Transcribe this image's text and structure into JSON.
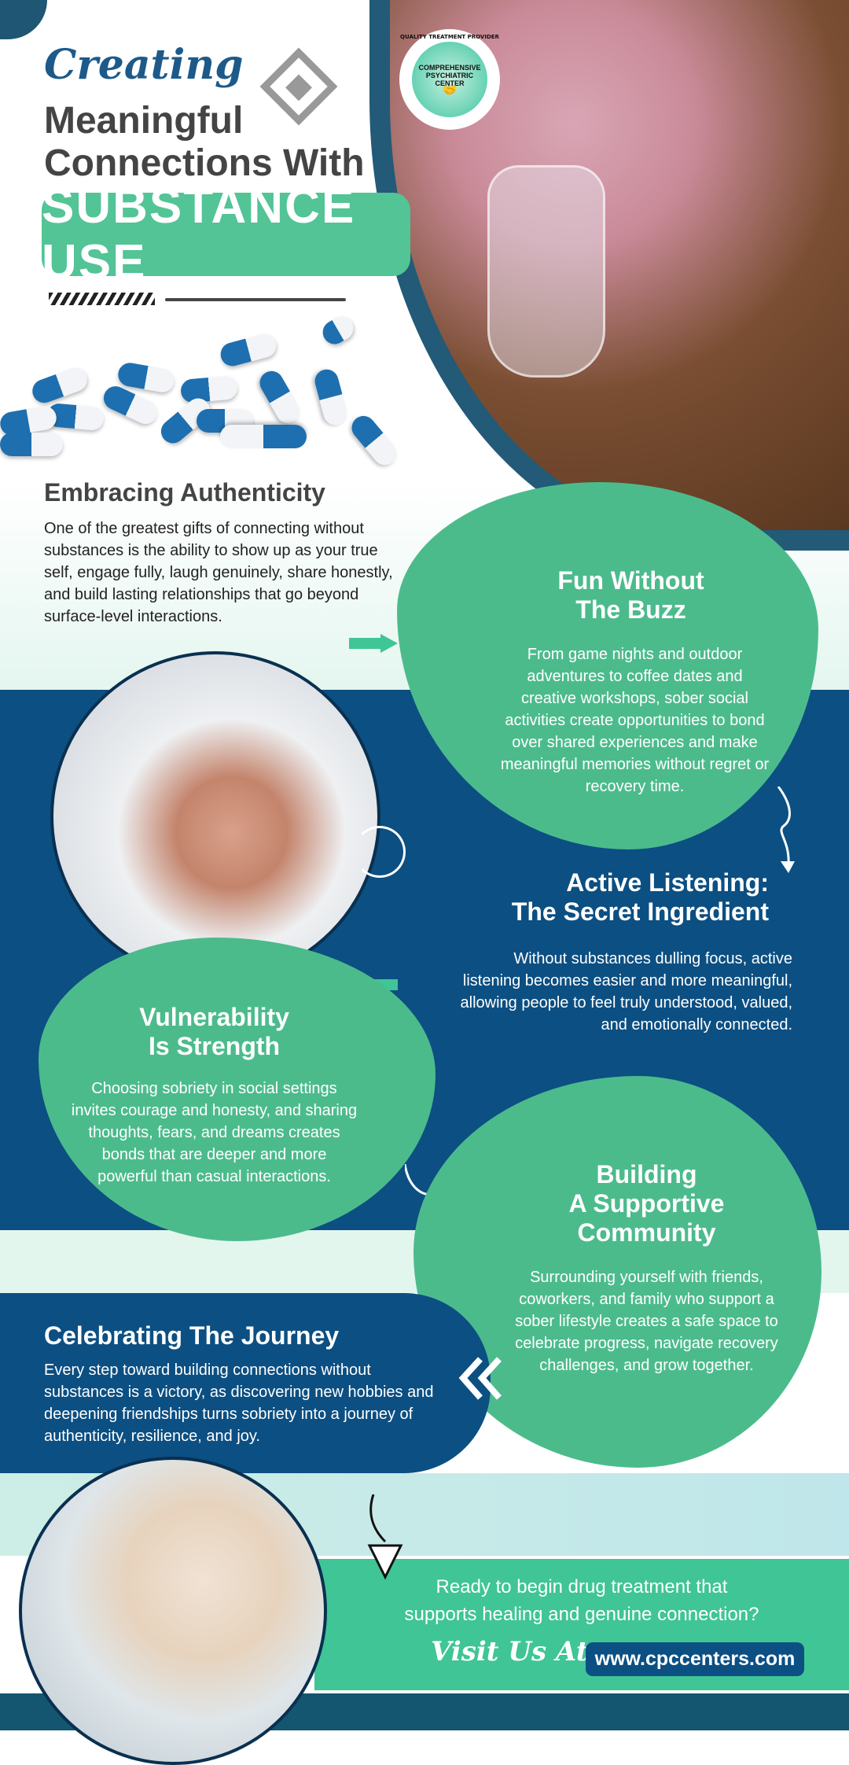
{
  "header": {
    "title_script": "Creating",
    "title_line1": "Meaningful",
    "title_line2": "Connections With",
    "title_highlight": "Substance Use"
  },
  "logo": {
    "ring_text": "QUALITY TREATMENT PROVIDER",
    "name_line1": "COMPREHENSIVE",
    "name_line2": "PSYCHIATRIC",
    "name_line3": "CENTER"
  },
  "sections": [
    {
      "title": "Embracing Authenticity",
      "body": "One of the greatest gifts of connecting without substances is the ability to show up as your true self, engage fully, laugh genuinely, share honestly, and build lasting relationships that go beyond surface-level interactions."
    },
    {
      "title_line1": "Fun Without",
      "title_line2": "The Buzz",
      "body": "From game nights and outdoor adventures to coffee dates and creative workshops, sober social activities create opportunities to bond over shared experiences and make meaningful memories without regret or recovery time."
    },
    {
      "title_line1": "Active Listening:",
      "title_line2": "The Secret Ingredient",
      "body": "Without substances dulling focus, active listening becomes easier and more meaningful, allowing people to feel truly understood, valued, and emotionally connected."
    },
    {
      "title_line1": "Vulnerability",
      "title_line2": "Is Strength",
      "body": "Choosing sobriety in social settings invites courage and honesty, and sharing thoughts, fears, and dreams creates bonds that are deeper and more powerful than casual interactions."
    },
    {
      "title_line1": "Building",
      "title_line2": "A Supportive",
      "title_line3": "Community",
      "body": "Surrounding yourself with friends, coworkers, and family who support a sober lifestyle creates a safe space to celebrate progress, navigate recovery challenges, and grow together."
    },
    {
      "title": "Celebrating The Journey",
      "body": "Every step toward building connections without substances is a victory, as discovering new hobbies and deepening friendships turns sobriety into a journey of authenticity, resilience, and joy."
    }
  ],
  "cta": {
    "line1": "Ready to begin drug treatment that",
    "line2": "supports healing and genuine connection?",
    "visit_label": "Visit Us At",
    "url": "www.cpccenters.com"
  },
  "colors": {
    "green": "#4cbb8c",
    "navy": "#0c4f82",
    "title_blue": "#1d5a8a",
    "text_gray": "#444444"
  }
}
